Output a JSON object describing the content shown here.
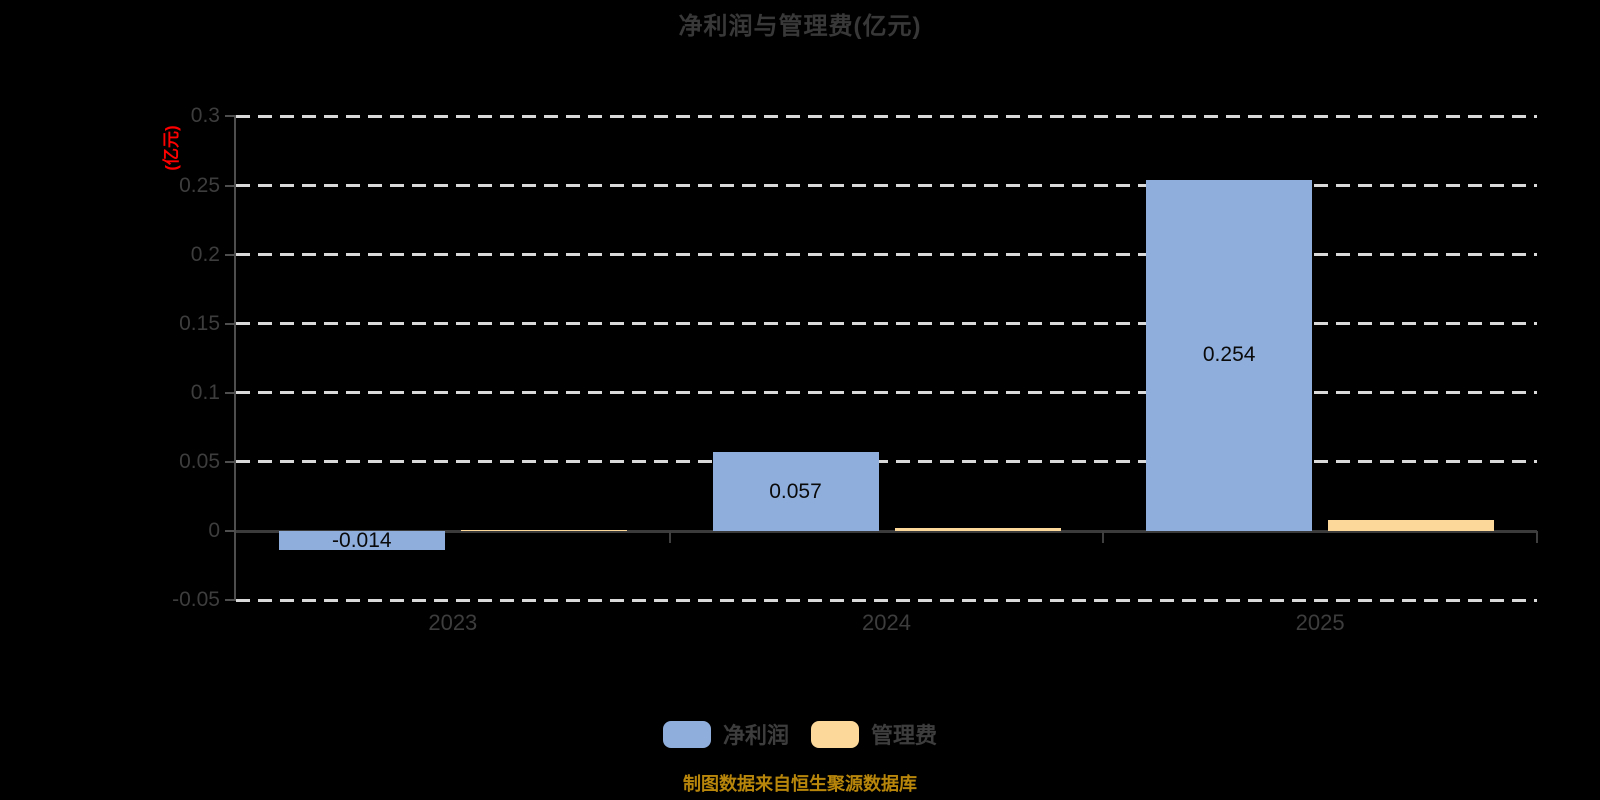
{
  "title": "净利润与管理费(亿元)",
  "y_axis_name": "(亿元)",
  "footer": "制图数据来自恒生聚源数据库",
  "colors": {
    "background": "#000000",
    "net_profit_bar": "#8FAEDC",
    "management_fee_bar": "#FCD89A",
    "axis_name_red": "#FF0000",
    "footer_gold": "#B8860B",
    "tick_label_gray": "#3D3D3D",
    "gridline": "#D9D9D9"
  },
  "legend": {
    "items": [
      {
        "label": "净利润",
        "color": "#8FAEDC"
      },
      {
        "label": "管理费",
        "color": "#FCD89A"
      }
    ]
  },
  "chart_data": {
    "type": "bar",
    "title": "净利润与管理费(亿元)",
    "ylabel": "(亿元)",
    "categories": [
      "2023",
      "2024",
      "2025"
    ],
    "series": [
      {
        "name": "净利润",
        "color": "#8FAEDC",
        "values": [
          -0.014,
          0.057,
          0.254
        ],
        "data_labels": [
          "-0.014",
          "0.057",
          "0.254"
        ]
      },
      {
        "name": "管理费",
        "color": "#FCD89A",
        "values": [
          0.001,
          0.002,
          0.008
        ],
        "data_labels": [
          null,
          null,
          null
        ]
      }
    ],
    "ylim": [
      -0.05,
      0.3
    ],
    "yticks": [
      -0.05,
      0,
      0.05,
      0.1,
      0.15,
      0.2,
      0.25,
      0.3
    ],
    "ytick_labels": [
      "-0.05",
      "0",
      "0.05",
      "0.1",
      "0.15",
      "0.2",
      "0.25",
      "0.3"
    ],
    "grid": true,
    "grid_style": "dashed",
    "legend_position": "bottom",
    "source_note": "制图数据来自恒生聚源数据库"
  }
}
